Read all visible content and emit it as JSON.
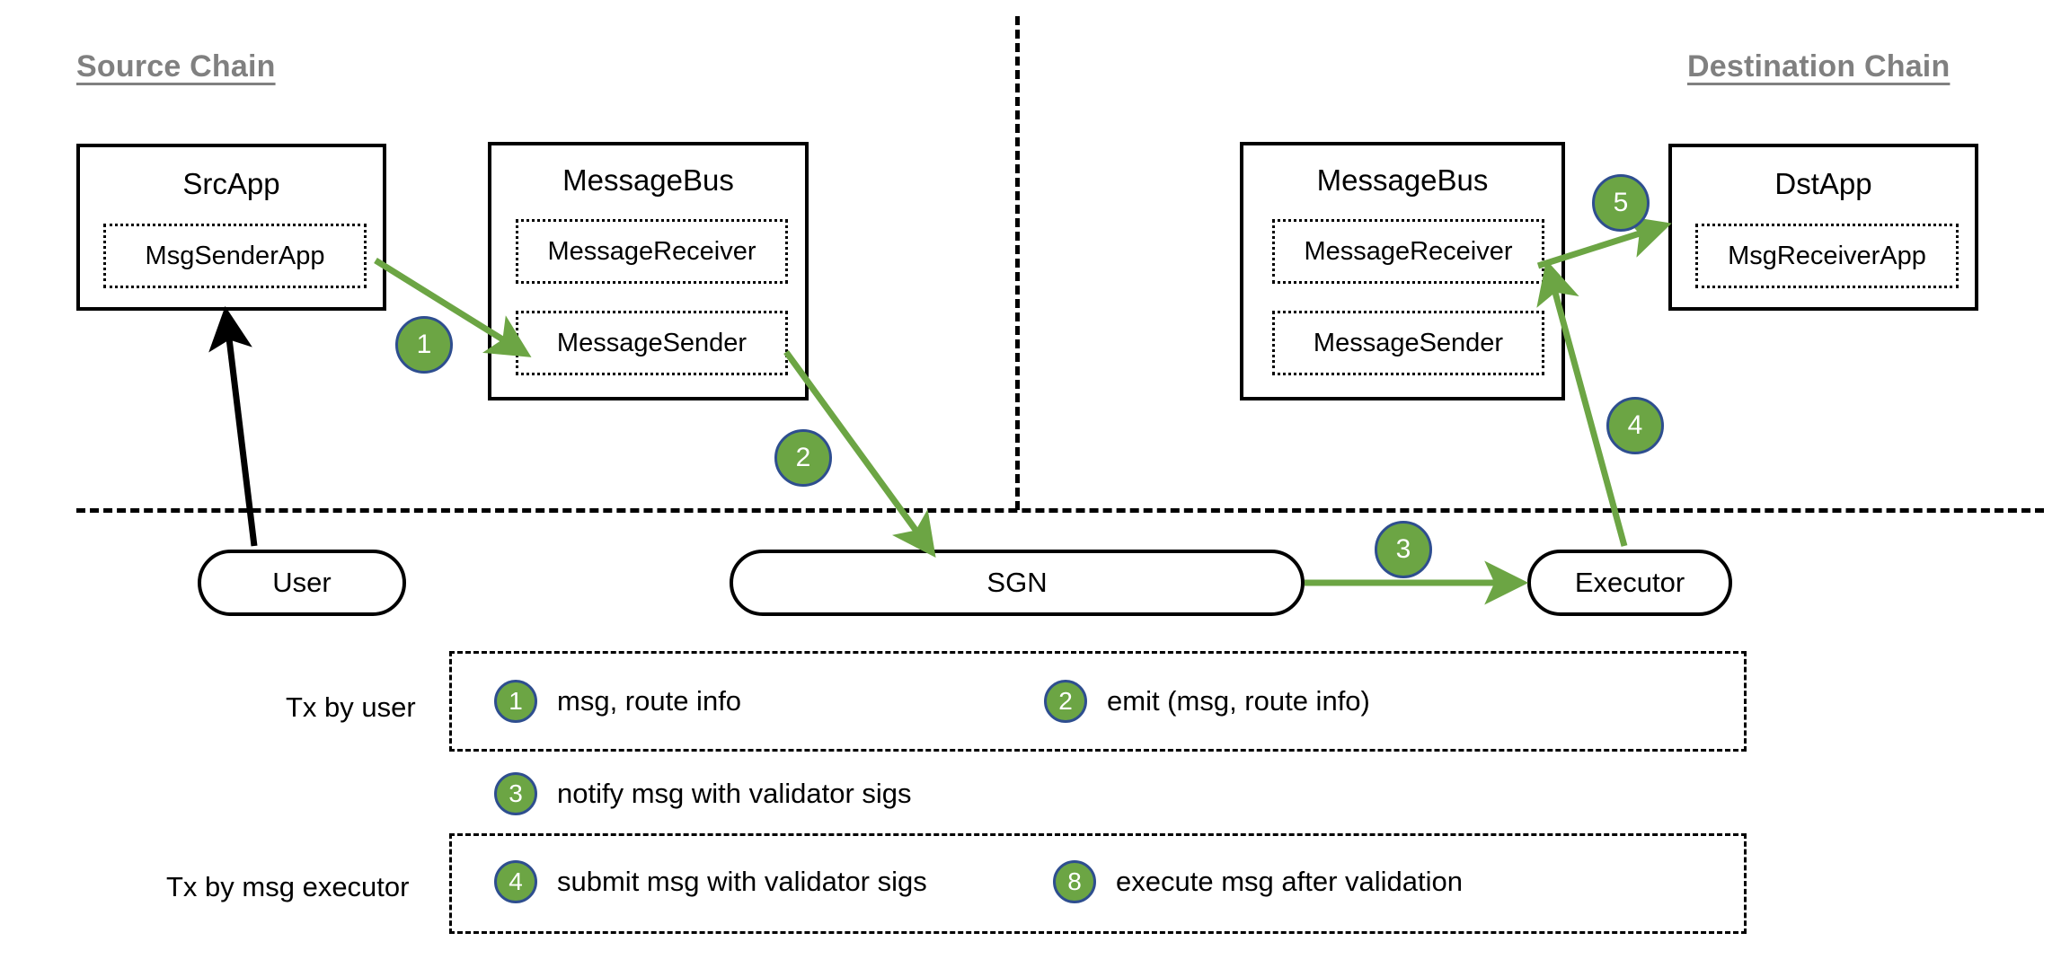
{
  "diagram": {
    "title_source": "Source Chain",
    "title_destination": "Destination Chain",
    "accent_green": "#6CA544",
    "badge_border": "#2E4E8F",
    "chain_title_color": "#808080"
  },
  "source_chain": {
    "src_app": {
      "title": "SrcApp",
      "inner": "MsgSenderApp"
    },
    "message_bus": {
      "title": "MessageBus",
      "inner_receiver": "MessageReceiver",
      "inner_sender": "MessageSender"
    }
  },
  "destination_chain": {
    "message_bus": {
      "title": "MessageBus",
      "inner_receiver": "MessageReceiver",
      "inner_sender": "MessageSender"
    },
    "dst_app": {
      "title": "DstApp",
      "inner": "MsgReceiverApp"
    }
  },
  "offchain": {
    "user": "User",
    "sgn": "SGN",
    "executor": "Executor"
  },
  "flow_badges": {
    "b1": "1",
    "b2": "2",
    "b3": "3",
    "b4": "4",
    "b5": "5"
  },
  "legend": {
    "row_user_label": "Tx by user",
    "row_executor_label": "Tx by msg executor",
    "items": [
      {
        "num": "1",
        "text": "msg, route info"
      },
      {
        "num": "2",
        "text": "emit (msg, route info)"
      },
      {
        "num": "3",
        "text": "notify msg with validator sigs"
      },
      {
        "num": "4",
        "text": "submit msg with validator sigs"
      },
      {
        "num": "8",
        "text": "execute msg after validation"
      }
    ]
  }
}
